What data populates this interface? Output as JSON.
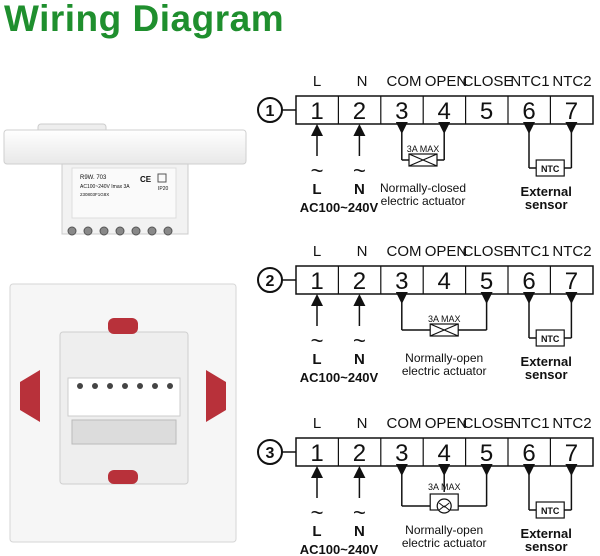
{
  "title": "Wiring Diagram",
  "terminal_headers": [
    "L",
    "N",
    "COM",
    "OPEN",
    "CLOSE",
    "NTC1",
    "NTC2"
  ],
  "terminal_numbers": [
    "1",
    "2",
    "3",
    "4",
    "5",
    "6",
    "7"
  ],
  "power_label": "AC100~240V",
  "line_letter": "L",
  "neutral_letter": "N",
  "ac_symbol": "~",
  "max_label": "3A MAX",
  "ntc_label": "NTC",
  "diagrams": [
    {
      "index": "1",
      "actuator": [
        "Normally-closed",
        "electric actuator"
      ],
      "sensor": [
        "External",
        "sensor"
      ]
    },
    {
      "index": "2",
      "actuator": [
        "Normally-open",
        "electric actuator"
      ],
      "sensor": [
        "External",
        "sensor"
      ]
    },
    {
      "index": "3",
      "actuator": [
        "Normally-open",
        "electric actuator"
      ],
      "sensor": [
        "External",
        "sensor"
      ]
    }
  ],
  "device_label": {
    "model": "R9W. 703",
    "rating": "AC100~240V  Imax 3A",
    "code": "230803F1G8X",
    "ip": "IP20",
    "marks": "CE"
  },
  "colors": {
    "title": "#1f8f2e",
    "ink": "#111111",
    "red": "#c2262c"
  }
}
